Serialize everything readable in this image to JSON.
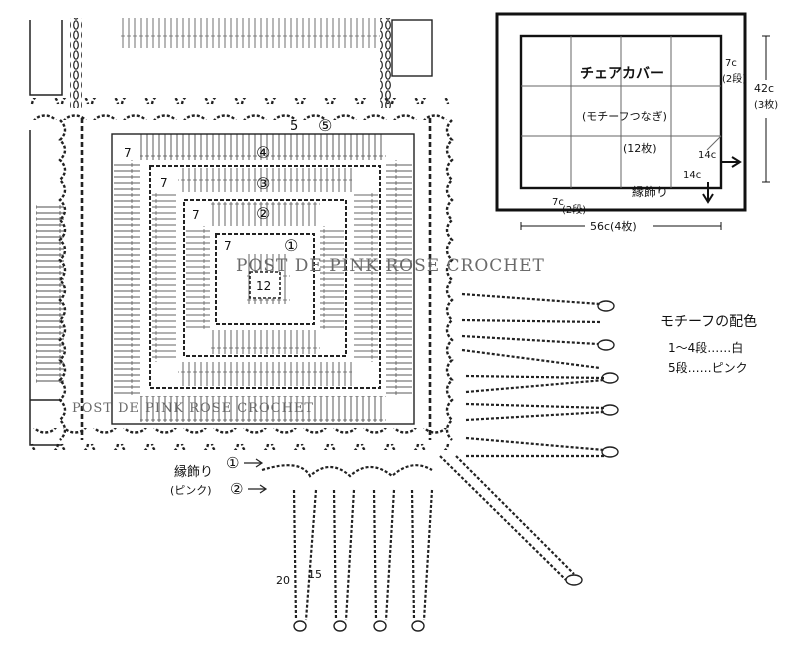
{
  "watermark": {
    "text_top": "POST DE PINK ROSE CROCHET",
    "text_mid": "POST DE PINK ROSE CROCHET"
  },
  "layout_box": {
    "title": "チェアカバー",
    "subtitle": "(モチーフつなぎ)",
    "count": "(12枚)",
    "dim_right_top": "7c",
    "dim_right_rows": "(2段)",
    "dim_height": "42c",
    "dim_height_count": "(3枚)",
    "dim_inner_right": "14c",
    "dim_inner_bottom": "14c",
    "dim_left_bottom": "7c",
    "dim_left_rows": "(2段)",
    "edging_label": "縁飾り",
    "dim_width": "56c(4枚)"
  },
  "legend": {
    "title": "モチーフの配色",
    "row1": "1～4段……白",
    "row2": "5段……ピンク"
  },
  "motif": {
    "round_labels": [
      "①",
      "②",
      "③",
      "④",
      "⑤"
    ],
    "side_counts": [
      "7",
      "7",
      "7",
      "7"
    ],
    "center_count": "12",
    "label_5": "5"
  },
  "edging": {
    "label": "縁飾り",
    "sub_label": "(ピンク)",
    "rows": [
      "①",
      "②"
    ],
    "fringe_counts": [
      "20",
      "15"
    ]
  }
}
